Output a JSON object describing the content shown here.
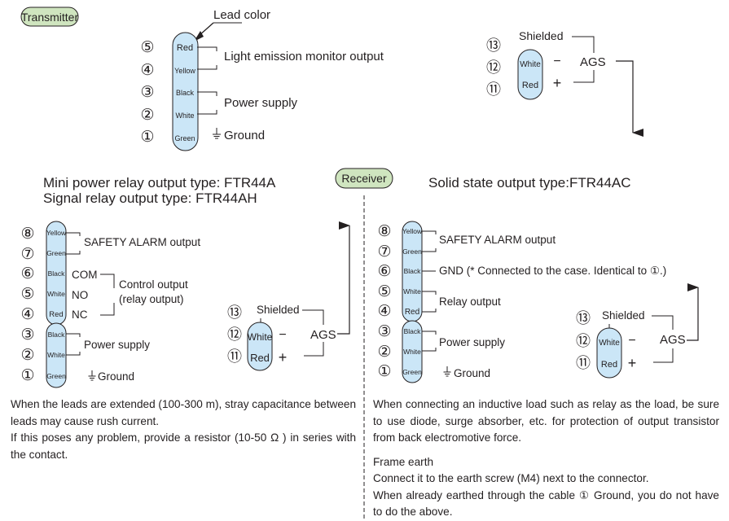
{
  "colors": {
    "lead_fill": "#cbe6f7",
    "badge_fill": "#cfe5bf",
    "ink": "#231f20"
  },
  "transmitter": {
    "badge": "Transmitter",
    "lead_color_label": "Lead color",
    "pins": [
      {
        "num": "⑤",
        "color": "Red"
      },
      {
        "num": "④",
        "color": "Yellow"
      },
      {
        "num": "③",
        "color": "Black"
      },
      {
        "num": "②",
        "color": "White"
      },
      {
        "num": "①",
        "color": "Green"
      }
    ],
    "labels": {
      "light_emission": "Light emission monitor output",
      "power_supply": "Power supply",
      "ground": "Ground"
    },
    "ags": {
      "pins": [
        {
          "num": "⑬",
          "color": ""
        },
        {
          "num": "⑫",
          "color": "White",
          "sign": "−"
        },
        {
          "num": "⑪",
          "color": "Red",
          "sign": "+"
        }
      ],
      "shielded": "Shielded",
      "ags": "AGS"
    }
  },
  "receiver": {
    "badge": "Receiver",
    "relay": {
      "title_line1": "Mini power relay output type: FTR44A",
      "title_line2": "Signal relay output type: FTR44AH",
      "pins": [
        {
          "num": "⑧",
          "color": "Yellow"
        },
        {
          "num": "⑦",
          "color": "Green"
        },
        {
          "num": "⑥",
          "color": "Black",
          "tag": "COM"
        },
        {
          "num": "⑤",
          "color": "White",
          "tag": "NO"
        },
        {
          "num": "④",
          "color": "Red",
          "tag": "NC"
        },
        {
          "num": "③",
          "color": "Black"
        },
        {
          "num": "②",
          "color": "White"
        },
        {
          "num": "①",
          "color": "Green"
        }
      ],
      "labels": {
        "safety_alarm": "SAFETY ALARM output",
        "control_output": "Control output",
        "relay_output_paren": "(relay output)",
        "power_supply": "Power supply",
        "ground": "Ground"
      },
      "ags": {
        "pins": [
          {
            "num": "⑬",
            "color": ""
          },
          {
            "num": "⑫",
            "color": "White",
            "sign": "−"
          },
          {
            "num": "⑪",
            "color": "Red",
            "sign": "+"
          }
        ],
        "shielded": "Shielded",
        "ags": "AGS"
      },
      "note_lines": [
        "When the leads are extended (100-300 m), stray capacitance between leads may cause rush current.",
        "If this poses any problem, provide a resistor (10-50 Ω ) in series with the contact."
      ]
    },
    "solid_state": {
      "title": "Solid state output type:FTR44AC",
      "pins": [
        {
          "num": "⑧",
          "color": "Yellow"
        },
        {
          "num": "⑦",
          "color": "Green"
        },
        {
          "num": "⑥",
          "color": "Black"
        },
        {
          "num": "⑤",
          "color": "White"
        },
        {
          "num": "④",
          "color": "Red"
        },
        {
          "num": "③",
          "color": "Black"
        },
        {
          "num": "②",
          "color": "White"
        },
        {
          "num": "①",
          "color": "Green"
        }
      ],
      "labels": {
        "safety_alarm": "SAFETY ALARM output",
        "gnd": "GND (* Connected to the case. Identical to ①.)",
        "relay_output": "Relay output",
        "power_supply": "Power supply",
        "ground": "Ground"
      },
      "ags": {
        "pins": [
          {
            "num": "⑬",
            "color": ""
          },
          {
            "num": "⑫",
            "color": "White",
            "sign": "−"
          },
          {
            "num": "⑪",
            "color": "Red",
            "sign": "+"
          }
        ],
        "shielded": "Shielded",
        "ags": "AGS"
      },
      "note_lines": [
        "When connecting an inductive load such as relay as the load, be sure to use diode, surge absorber, etc. for protection of output transistor from back electromotive force."
      ],
      "frame_earth": {
        "title": "Frame earth",
        "line1": "Connect it to the earth screw (M4) next to the connector.",
        "line2": "When already earthed through the cable ① Ground, you do not have to do the above."
      }
    }
  }
}
